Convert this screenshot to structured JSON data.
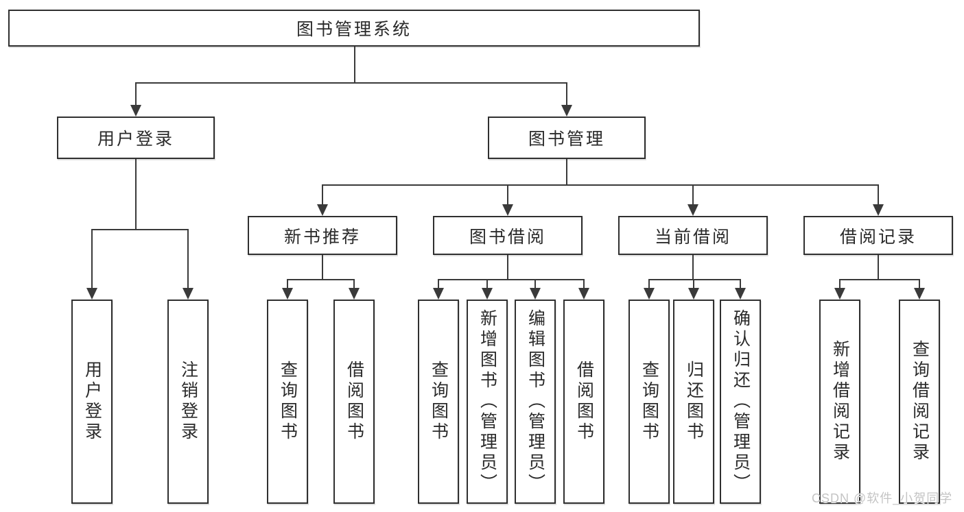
{
  "tree": {
    "root": {
      "label": "图书管理系统",
      "children": [
        {
          "label": "用户登录",
          "children": [
            {
              "label": "用户登录"
            },
            {
              "label": "注销登录"
            }
          ]
        },
        {
          "label": "图书管理",
          "children": [
            {
              "label": "新书推荐",
              "children": [
                {
                  "label": "查询图书"
                },
                {
                  "label": "借阅图书"
                }
              ]
            },
            {
              "label": "图书借阅",
              "children": [
                {
                  "label": "查询图书"
                },
                {
                  "label": "新增图书（管理员）"
                },
                {
                  "label": "编辑图书（管理员）"
                },
                {
                  "label": "借阅图书"
                }
              ]
            },
            {
              "label": "当前借阅",
              "children": [
                {
                  "label": "查询图书"
                },
                {
                  "label": "归还图书"
                },
                {
                  "label": "确认归还（管理员）"
                }
              ]
            },
            {
              "label": "借阅记录",
              "children": [
                {
                  "label": "新增借阅记录"
                },
                {
                  "label": "查询借阅记录"
                }
              ]
            }
          ]
        }
      ]
    }
  },
  "watermark": {
    "text": "CSDN @软件_小贺同学",
    "color": "#c4c4c4"
  },
  "colors": {
    "line": "#3a3a3a",
    "box_border": "#2f2f2f",
    "text": "#2a2a2a",
    "background": "#ffffff"
  }
}
